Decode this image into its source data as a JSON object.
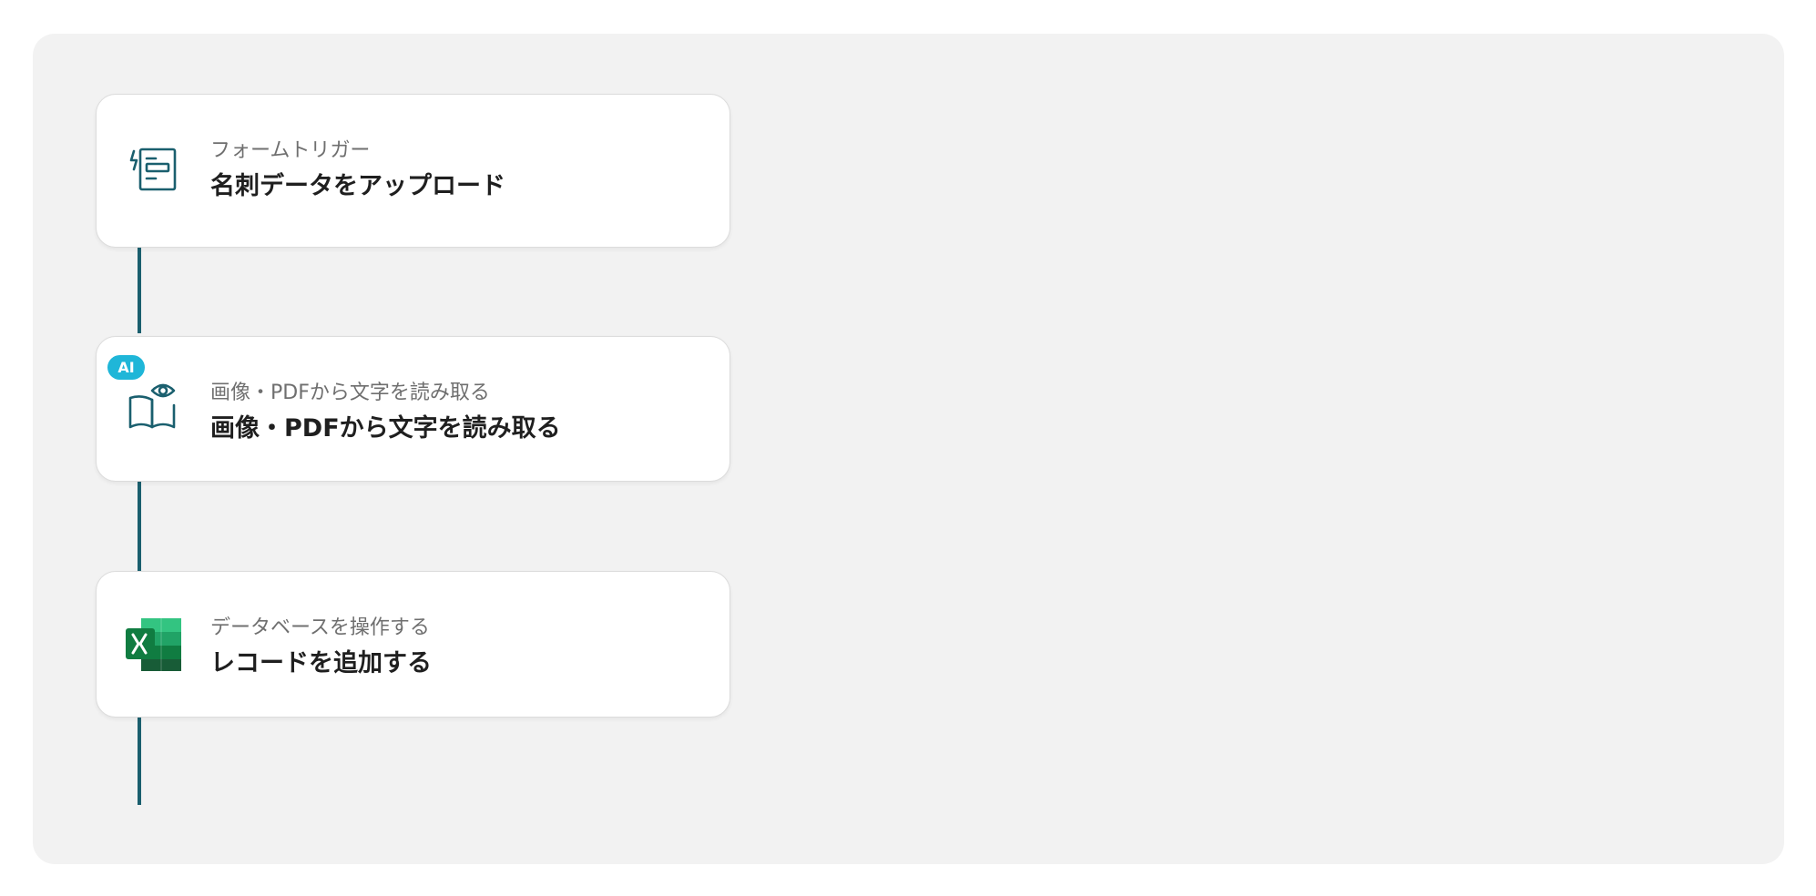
{
  "steps": [
    {
      "category": "フォームトリガー",
      "title": "名刺データをアップロード",
      "icon": "form-trigger-icon"
    },
    {
      "badge": "AI",
      "category": "画像・PDFから文字を読み取る",
      "title": "画像・PDFから文字を読み取る",
      "icon": "ocr-book-eye-icon"
    },
    {
      "category": "データベースを操作する",
      "title": "レコードを追加する",
      "icon": "excel-icon"
    }
  ],
  "colors": {
    "connector": "#1a5f6e",
    "ai_badge": "#1fb6d8",
    "excel_dark": "#185c37",
    "excel_mid": "#21a366",
    "excel_light": "#33c481"
  }
}
